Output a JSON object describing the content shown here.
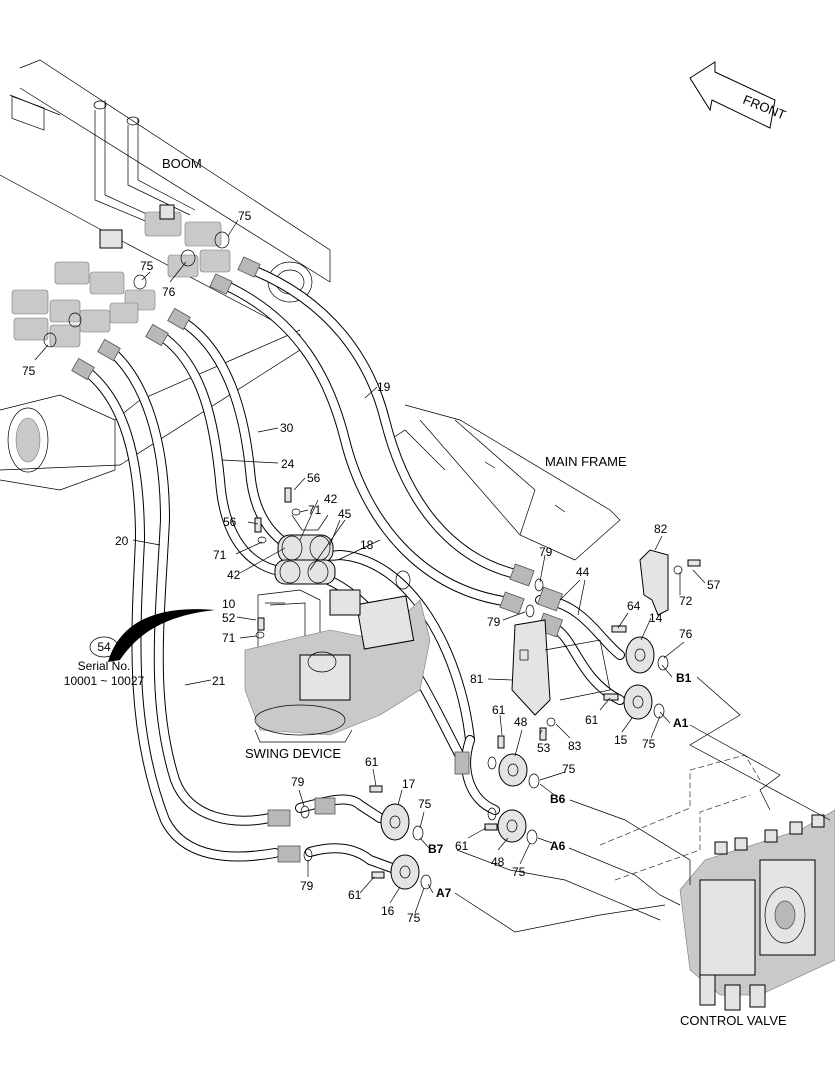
{
  "labels": {
    "boom": "BOOM",
    "main_frame": "MAIN FRAME",
    "swing_device": "SWING DEVICE",
    "control_valve": "CONTROL VALVE",
    "front": "FRONT",
    "serial_no": "Serial No.",
    "serial_range": "10001 ~ 10027"
  },
  "callout": "54",
  "part_numbers": {
    "p75a": "75",
    "p75b": "75",
    "p76a": "76",
    "p75c": "75",
    "p19": "19",
    "p30": "30",
    "p24": "24",
    "p20": "20",
    "p21": "21",
    "p18": "18",
    "p56a": "56",
    "p71a": "71",
    "p42a": "42",
    "p45": "45",
    "p56b": "56",
    "p71b": "71",
    "p42b": "42",
    "p10": "10",
    "p52": "52",
    "p71c": "71",
    "p82": "82",
    "p79a": "79",
    "p44": "44",
    "p57": "57",
    "p72": "72",
    "p79b": "79",
    "p64": "64",
    "p14": "14",
    "p76b": "76",
    "p81": "81",
    "p61a": "61",
    "p48a": "48",
    "p53": "53",
    "p83": "83",
    "p75d": "75",
    "p61b": "61",
    "p15": "15",
    "p75e": "75",
    "p61c": "61",
    "p17": "17",
    "p79c": "79",
    "p75f": "75",
    "p61d": "61",
    "p48b": "48",
    "p75g": "75",
    "p79d": "79",
    "p61e": "61",
    "p16": "16",
    "p75h": "75"
  },
  "ports": {
    "b1": "B1",
    "a1": "A1",
    "b6": "B6",
    "a6": "A6",
    "b7": "B7",
    "a7": "A7"
  }
}
